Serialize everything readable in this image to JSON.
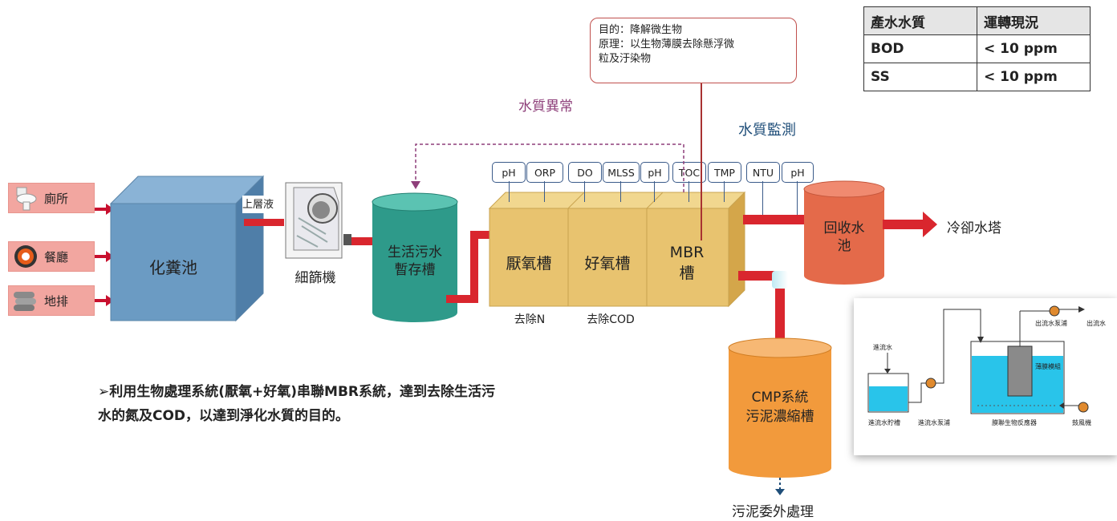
{
  "sources": [
    {
      "label": "廁所",
      "icon": "toilet-icon"
    },
    {
      "label": "餐廳",
      "icon": "dining-plate-icon"
    },
    {
      "label": "地排",
      "icon": "drain-pipes-icon"
    }
  ],
  "septic_tank": "化糞池",
  "supernatant": "上層液",
  "fine_screen": "細篩機",
  "storage_tank": [
    "生活污水",
    "暫存槽"
  ],
  "anoxic_tank": "厭氧槽",
  "aerobic_tank": "好氧槽",
  "mbr_tank": [
    "MBR",
    "槽"
  ],
  "recycle_tank": [
    "回收水",
    "池"
  ],
  "cooling_tower": "冷卻水塔",
  "remove_n": "去除N",
  "remove_cod": "去除COD",
  "water_abnormal": "水質異常",
  "water_monitor": "水質監測",
  "sensors": [
    "pH",
    "ORP",
    "DO",
    "MLSS",
    "pH",
    "TOC",
    "TMP",
    "NTU",
    "pH"
  ],
  "callout": [
    "目的：降解微生物",
    "原理：以生物薄膜去除懸浮微",
    "粒及汙染物"
  ],
  "quality_table": {
    "headers": [
      "產水水質",
      "運轉現況"
    ],
    "rows": [
      [
        "BOD",
        "< 10 ppm"
      ],
      [
        "SS",
        "< 10 ppm"
      ]
    ]
  },
  "cmp_tank": [
    "CMP系統",
    "污泥濃縮槽"
  ],
  "sludge_out": "污泥委外處理",
  "note": [
    "➢利用生物處理系統(厭氧+好氧)串聯MBR系統，達到去除生活污",
    "水的氮及COD，以達到淨化水質的目的。"
  ],
  "mbr_schematic": {
    "labels": [
      "進流水",
      "進流水貯槽",
      "進流水泵浦",
      "薄膜模組",
      "膜聯生物反應器",
      "出流水泵浦",
      "出流水",
      "鼓風機"
    ]
  },
  "colors": {
    "pipe": "#d9262e",
    "arrow": "#c8102e",
    "septic": "#6b9bc3",
    "storage": "#2e9a8a",
    "bio": "#e8c36f",
    "recycle": "#e46a4a",
    "cmp": "#f29a3c"
  }
}
